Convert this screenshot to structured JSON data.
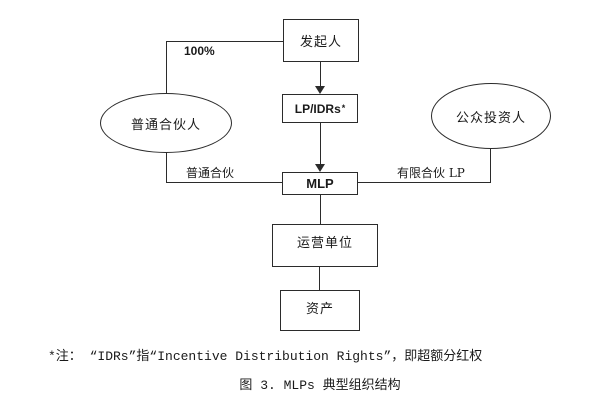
{
  "colors": {
    "line": "#2b2b2b",
    "text": "#1a1a1a",
    "bg": "#ffffff"
  },
  "nodes": {
    "sponsor": {
      "label": "发起人"
    },
    "lp_idrs": {
      "label": "LP/IDRs",
      "superscript": "*"
    },
    "general_partner": {
      "label": "普通合伙人"
    },
    "public_investors": {
      "label": "公众投资人"
    },
    "mlp": {
      "label": "MLP"
    },
    "operating_unit": {
      "label": "运营单位"
    },
    "assets": {
      "label": "资产"
    }
  },
  "edges": {
    "sponsor_to_gp_label": "100%",
    "gp_to_mlp_label": "普通合伙",
    "investors_to_mlp_label": "有限合伙 LP"
  },
  "footnote": "*注： “IDRs”指“Incentive Distribution Rights”，即超额分红权",
  "caption": "图 3. MLPs 典型组织结构"
}
